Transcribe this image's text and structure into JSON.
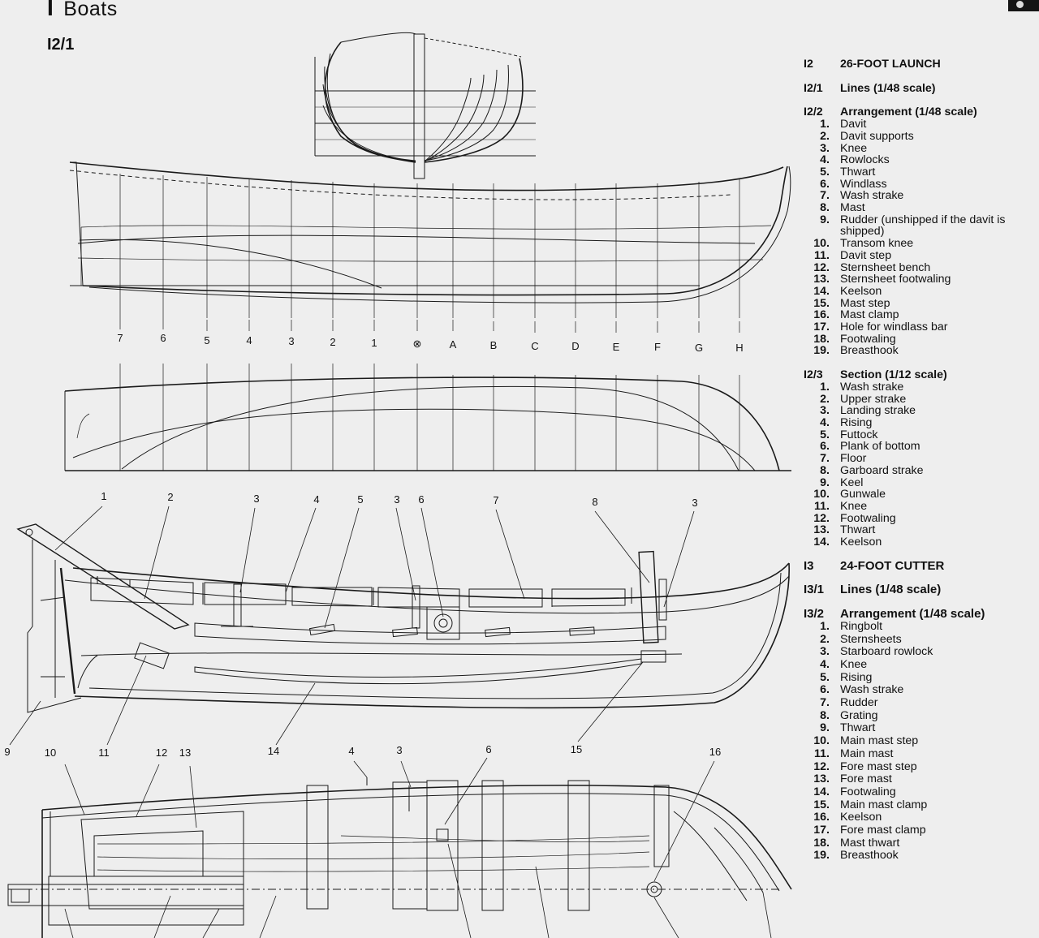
{
  "header": {
    "chapter": "I",
    "title": "Boats"
  },
  "figure_label": "I2/1",
  "station_labels": [
    "7",
    "6",
    "5",
    "4",
    "3",
    "2",
    "1",
    "⊗",
    "A",
    "B",
    "C",
    "D",
    "E",
    "F",
    "G",
    "H"
  ],
  "arrangement_callouts": {
    "top_row": [
      "1",
      "2",
      "3",
      "4",
      "5",
      "3",
      "6",
      "7",
      "8",
      "3"
    ],
    "bottom_row": [
      "9",
      "10",
      "11",
      "12",
      "13",
      "14",
      "4",
      "3",
      "6",
      "15",
      "16"
    ]
  },
  "legend": [
    {
      "code": "I2",
      "title": "26-FOOT LAUNCH",
      "items": []
    },
    {
      "code": "I2/1",
      "title": "Lines (1/48 scale)",
      "items": []
    },
    {
      "code": "I2/2",
      "title": "Arrangement (1/48 scale)",
      "items": [
        {
          "n": "1.",
          "t": "Davit"
        },
        {
          "n": "2.",
          "t": "Davit supports"
        },
        {
          "n": "3.",
          "t": "Knee"
        },
        {
          "n": "4.",
          "t": "Rowlocks"
        },
        {
          "n": "5.",
          "t": "Thwart"
        },
        {
          "n": "6.",
          "t": "Windlass"
        },
        {
          "n": "7.",
          "t": "Wash strake"
        },
        {
          "n": "8.",
          "t": "Mast"
        },
        {
          "n": "9.",
          "t": "Rudder (unshipped if the davit is shipped)"
        },
        {
          "n": "10.",
          "t": "Transom knee"
        },
        {
          "n": "11.",
          "t": "Davit step"
        },
        {
          "n": "12.",
          "t": "Sternsheet bench"
        },
        {
          "n": "13.",
          "t": "Sternsheet footwaling"
        },
        {
          "n": "14.",
          "t": "Keelson"
        },
        {
          "n": "15.",
          "t": "Mast step"
        },
        {
          "n": "16.",
          "t": "Mast clamp"
        },
        {
          "n": "17.",
          "t": "Hole for windlass bar"
        },
        {
          "n": "18.",
          "t": "Footwaling"
        },
        {
          "n": "19.",
          "t": "Breasthook"
        }
      ]
    },
    {
      "code": "I2/3",
      "title": "Section (1/12 scale)",
      "items": [
        {
          "n": "1.",
          "t": "Wash strake"
        },
        {
          "n": "2.",
          "t": "Upper strake"
        },
        {
          "n": "3.",
          "t": "Landing strake"
        },
        {
          "n": "4.",
          "t": "Rising"
        },
        {
          "n": "5.",
          "t": "Futtock"
        },
        {
          "n": "6.",
          "t": "Plank of bottom"
        },
        {
          "n": "7.",
          "t": "Floor"
        },
        {
          "n": "8.",
          "t": "Garboard strake"
        },
        {
          "n": "9.",
          "t": "Keel"
        },
        {
          "n": "10.",
          "t": "Gunwale"
        },
        {
          "n": "11.",
          "t": "Knee"
        },
        {
          "n": "12.",
          "t": "Footwaling"
        },
        {
          "n": "13.",
          "t": "Thwart"
        },
        {
          "n": "14.",
          "t": "Keelson"
        }
      ]
    },
    {
      "code": "I3",
      "title": "24-FOOT CUTTER",
      "items": []
    },
    {
      "code": "I3/1",
      "title": "Lines (1/48 scale)",
      "items": []
    },
    {
      "code": "I3/2",
      "title": "Arrangement (1/48 scale)",
      "items": [
        {
          "n": "1.",
          "t": "Ringbolt"
        },
        {
          "n": "2.",
          "t": "Sternsheets"
        },
        {
          "n": "3.",
          "t": "Starboard rowlock"
        },
        {
          "n": "4.",
          "t": "Knee"
        },
        {
          "n": "5.",
          "t": "Rising"
        },
        {
          "n": "6.",
          "t": "Wash strake"
        },
        {
          "n": "7.",
          "t": "Rudder"
        },
        {
          "n": "8.",
          "t": "Grating"
        },
        {
          "n": "9.",
          "t": "Thwart"
        },
        {
          "n": "10.",
          "t": "Main mast step"
        },
        {
          "n": "11.",
          "t": "Main mast"
        },
        {
          "n": "12.",
          "t": "Fore mast step"
        },
        {
          "n": "13.",
          "t": "Fore mast"
        },
        {
          "n": "14.",
          "t": "Footwaling"
        },
        {
          "n": "15.",
          "t": "Main mast clamp"
        },
        {
          "n": "16.",
          "t": "Keelson"
        },
        {
          "n": "17.",
          "t": "Fore mast clamp"
        },
        {
          "n": "18.",
          "t": "Mast thwart"
        },
        {
          "n": "19.",
          "t": "Breasthook"
        }
      ]
    }
  ]
}
